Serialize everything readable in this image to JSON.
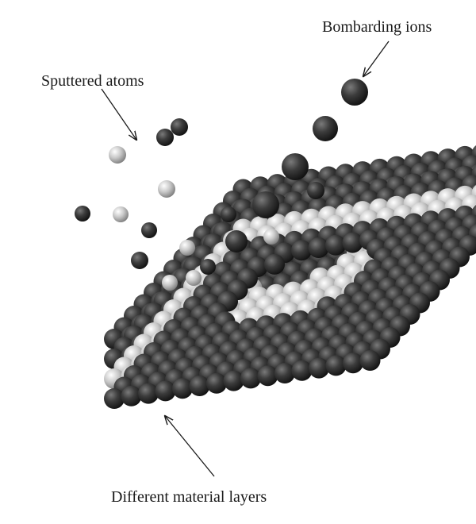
{
  "labels": {
    "bombarding_ions": "Bombarding ions",
    "sputtered_atoms": "Sputtered atoms",
    "material_layers": "Different material layers"
  },
  "colors": {
    "dark_atom_light": "#7a7a7a",
    "dark_atom_mid": "#3c3c3c",
    "dark_atom_deep": "#111111",
    "light_atom_light": "#ffffff",
    "light_atom_mid": "#c8c8c8",
    "light_atom_deep": "#7e7e7e",
    "arrow": "#1a1a1a",
    "background": "#ffffff"
  }
}
